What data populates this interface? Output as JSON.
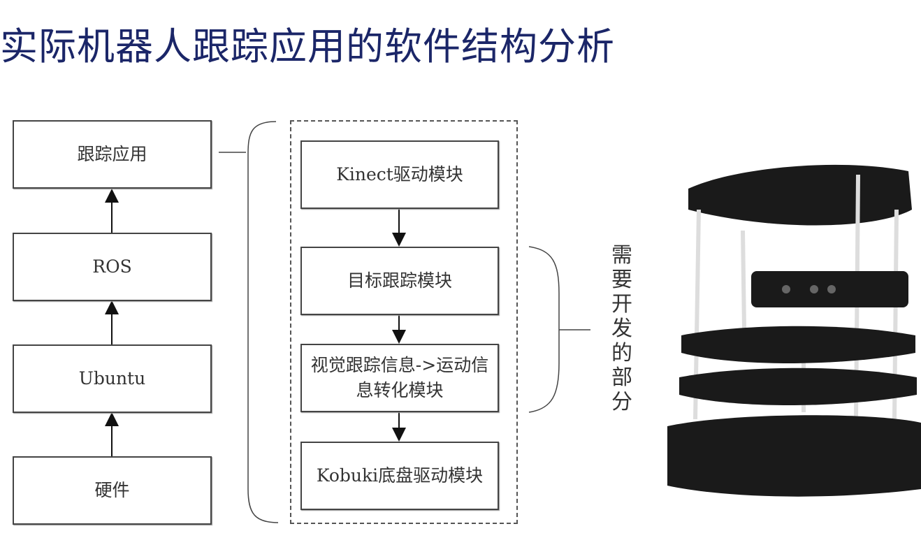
{
  "title": "实际机器人跟踪应用的软件结构分析",
  "title_prefix_cut": "的",
  "stack": [
    "跟踪应用",
    "ROS",
    "Ubuntu",
    "硬件"
  ],
  "modules": [
    "Kinect驱动模块",
    "目标跟踪模块",
    "视觉跟踪信息->运动信息转化模块",
    "Kobuki底盘驱动模块"
  ],
  "annotation": "需要开发的部分",
  "colors": {
    "title": "#1b2668",
    "line": "#444444"
  }
}
